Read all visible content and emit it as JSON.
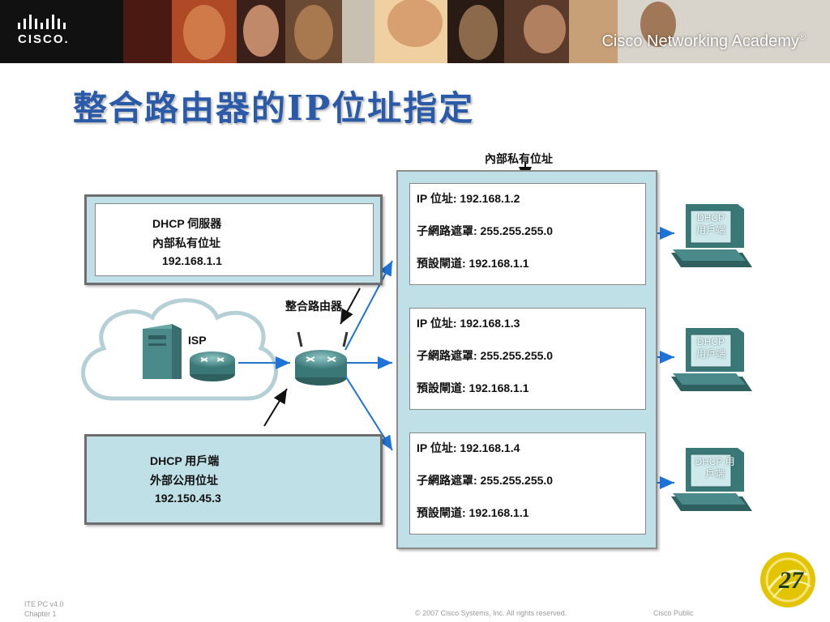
{
  "header": {
    "logo_text": "CISCO.",
    "academy_text": "Cisco Networking Academy",
    "academy_mark": "®"
  },
  "slide": {
    "title": "整合路由器的IP位址指定"
  },
  "server": {
    "line1": "DHCP 伺服器",
    "line2": "內部私有位址",
    "line3": "192.168.1.1"
  },
  "isp_label": "ISP",
  "router_label": "整合路由器",
  "private_label": "內部私有位址",
  "external_client": {
    "line1": "DHCP 用戶端",
    "line2": "外部公用位址",
    "line3": "192.150.45.3"
  },
  "leases": [
    {
      "ip": "IP 位址: 192.168.1.2",
      "mask": "子網路遮罩: 255.255.255.0",
      "gateway": "預設閘道: 192.168.1.1"
    },
    {
      "ip": "IP 位址: 192.168.1.3",
      "mask": "子網路遮罩: 255.255.255.0",
      "gateway": "預設閘道: 192.168.1.1"
    },
    {
      "ip": "IP 位址: 192.168.1.4",
      "mask": "子網路遮罩: 255.255.255.0",
      "gateway": "預設閘道: 192.168.1.1"
    }
  ],
  "pcs": [
    {
      "line1": "DHCP",
      "line2": "用戶端"
    },
    {
      "line1": "DHCP",
      "line2": "用戶端"
    },
    {
      "line1": "DHCP 用",
      "line2": "戶端"
    }
  ],
  "footer": {
    "course": "ITE PC v4.0",
    "chapter": "Chapter 1",
    "copyright": "© 2007 Cisco Systems, Inc. All rights reserved.",
    "classification": "Cisco Public",
    "page_number": "27"
  },
  "colors": {
    "title": "#2a5aa8",
    "panel_fill": "#bfe0e6",
    "arrow": "#1e73d8",
    "device": "#4a8a8a",
    "badge": "#e2c400"
  }
}
